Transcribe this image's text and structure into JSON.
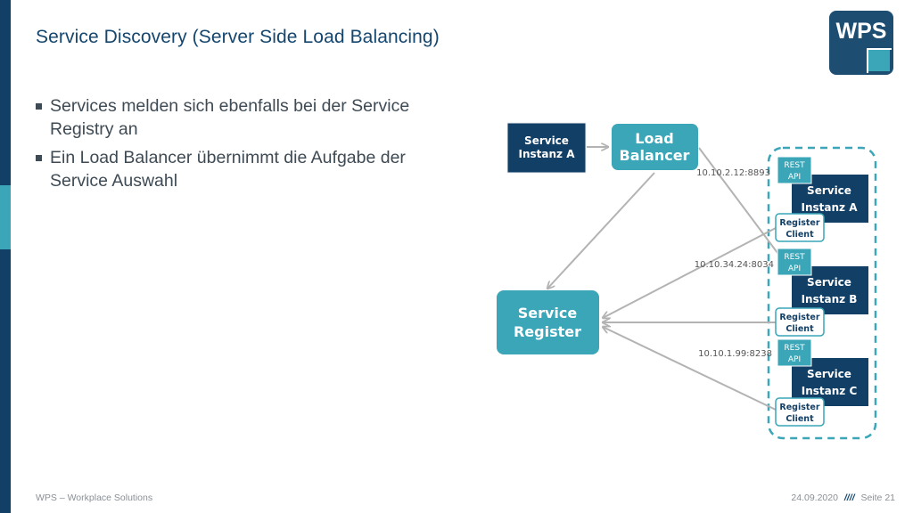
{
  "slide": {
    "title": "Service Discovery (Server Side Load Balancing)",
    "bullets": [
      "Services melden sich ebenfalls bei der Service Registry an",
      "Ein Load Balancer übernimmt die Aufgabe der Service Auswahl"
    ]
  },
  "logo": {
    "text": "WPS",
    "colors": {
      "dark": "#1d4e72",
      "accent": "#3aa6b8"
    }
  },
  "diagram": {
    "client": {
      "line1": "Service",
      "line2": "Instanz A"
    },
    "load_balancer": {
      "line1": "Load",
      "line2": "Balancer"
    },
    "registry": {
      "line1": "Service",
      "line2": "Register"
    },
    "instances": [
      {
        "line1": "Service",
        "line2": "Instanz A",
        "address": "10.10.2.12:8893"
      },
      {
        "line1": "Service",
        "line2": "Instanz B",
        "address": "10.10.34.24:8034"
      },
      {
        "line1": "Service",
        "line2": "Instanz C",
        "address": "10.10.1.99:8238"
      }
    ],
    "rest_api": {
      "line1": "REST",
      "line2": "API"
    },
    "register_client": {
      "line1": "Register",
      "line2": "Client"
    }
  },
  "footer": {
    "left": "WPS – Workplace Solutions",
    "date": "24.09.2020",
    "separator": "////",
    "page": "Seite 21"
  },
  "colors": {
    "navy": "#123f66",
    "teal": "#3aa6b8",
    "text": "#3e4a54",
    "arrow": "#b3b3b3"
  }
}
